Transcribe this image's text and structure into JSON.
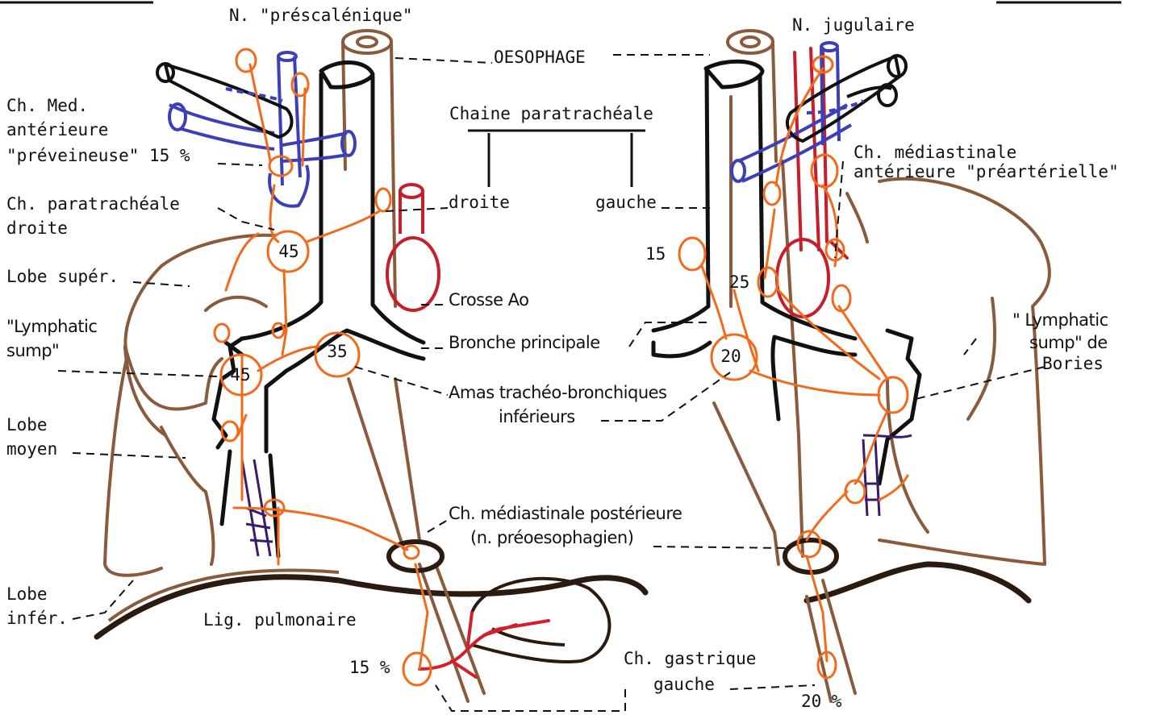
{
  "labels": {
    "n_prescalenique": "N. \"préscalénique\"",
    "n_jugulaire": "N. jugulaire",
    "oesophage": "OESOPHAGE",
    "chaine_paratracheale": "Chaine paratrachéale",
    "droite": "droite",
    "gauche": "gauche",
    "crosse_ao": "Crosse Ao",
    "bronche_principale": "Bronche principale",
    "amas_line1": "Amas trachéo-bronchiques",
    "amas_line2": "inférieurs",
    "ch_med_post_line1": "Ch. médiastinale postérieure",
    "ch_med_post_line2": "(n. préoesophagien)",
    "ch_gastrique_line1": "Ch. gastrique",
    "ch_gastrique_line2": "gauche",
    "lig_pulmonaire": "Lig. pulmonaire",
    "ch_med_ant_line1": "Ch. Med.",
    "ch_med_ant_line2": "antérieure",
    "ch_med_ant_line3": "\"préveineuse\" 15 %",
    "ch_paratrach_d_line1": "Ch. paratrachéale",
    "ch_paratrach_d_line2": "droite",
    "lobe_super": "Lobe supér.",
    "lymph_sump_line1": "\"Lymphatic",
    "lymph_sump_line2": "sump\"",
    "lobe_moyen_line1": "Lobe",
    "lobe_moyen_line2": "moyen",
    "lobe_infer_line1": "Lobe",
    "lobe_infer_line2": "infér.",
    "ch_med_ant_pre_line1": "Ch. médiastinale",
    "ch_med_ant_pre_line2": "antérieure \"préartérielle\"",
    "lymph_sump_bories_line1": "\" Lymphatic",
    "lymph_sump_bories_line2": "sump\" de",
    "lymph_sump_bories_line3": "Bories"
  },
  "node_values": {
    "r_paratracheal": "45",
    "r_sump": "45",
    "r_tracheobronch": "35",
    "r_gastric": "15 %",
    "l_upper": "15",
    "l_paratracheal": "25",
    "l_tracheobronch": "20",
    "l_gastric": "20 %"
  },
  "colors": {
    "lymph": "#f26a1b",
    "lung": "#8a5a3c",
    "vein": "#3b3fb8",
    "artery": "#d21f2b",
    "ink": "#111111"
  }
}
